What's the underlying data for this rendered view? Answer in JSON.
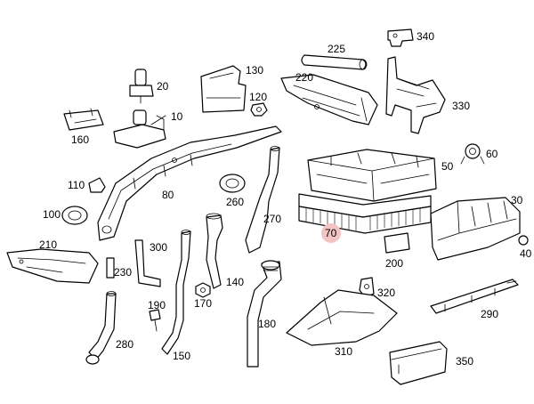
{
  "callouts": {
    "p225": "225",
    "p340": "340",
    "p130": "130",
    "p220": "220",
    "p20": "20",
    "p120": "120",
    "p330": "330",
    "p10": "10",
    "p160": "160",
    "p60": "60",
    "p50": "50",
    "p110": "110",
    "p80": "80",
    "p260": "260",
    "p30": "30",
    "p100": "100",
    "p270": "270",
    "p70": "70",
    "p210": "210",
    "p300": "300",
    "p200": "200",
    "p40": "40",
    "p230": "230",
    "p140": "140",
    "p320": "320",
    "p170": "170",
    "p190": "190",
    "p180": "180",
    "p290": "290",
    "p280": "280",
    "p310": "310",
    "p150": "150",
    "p350": "350"
  },
  "highlighted_callout": "70",
  "highlight_color": "#f4c4c4",
  "line_color": "#000000"
}
